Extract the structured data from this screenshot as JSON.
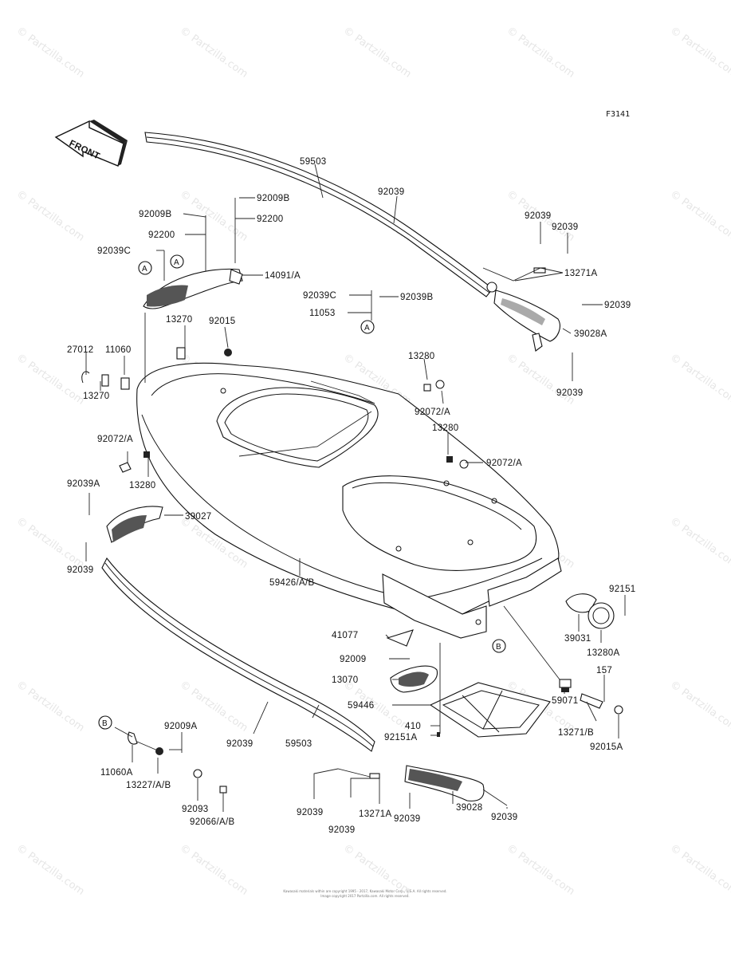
{
  "figure_id": "F3141",
  "front_arrow_text": "FRONT",
  "watermark_text": "© Partzilla.com",
  "footer_line1": "Kawasaki materials within are copyright 1995 - 2017, Kawasaki Motor Corp., U.S.A. All rights reserved.",
  "footer_line2": "Image copyright 2017 Partzilla.com. All rights reserved.",
  "callouts": {
    "a1": "A",
    "a2": "A",
    "a3": "A",
    "b1": "B",
    "b2": "B"
  },
  "labels": {
    "l59503_top": "59503",
    "l92039_rail": "92039",
    "l92009b_1": "92009B",
    "l92009b_2": "92009B",
    "l92200_1": "92200",
    "l92200_2": "92200",
    "l92039c_1": "92039C",
    "l14091": "14091/A",
    "l92039_r1": "92039",
    "l92039_r2": "92039",
    "l13271a_top": "13271A",
    "l92039c_2": "92039C",
    "l92039b": "92039B",
    "l11053": "11053",
    "l92039_r3": "92039",
    "l39028a": "39028A",
    "l92039_r4": "92039",
    "l13270_top": "13270",
    "l92015": "92015",
    "l27012": "27012",
    "l11060": "11060",
    "l13270_bot": "13270",
    "l13280_top": "13280",
    "l92072a_1": "92072/A",
    "l13280_mid": "13280",
    "l92072a_2": "92072/A",
    "l92072a_3": "92072/A",
    "l13280_left": "13280",
    "l92039a": "92039A",
    "l39027": "39027",
    "l92039_left": "92039",
    "l59426": "59426/A/B",
    "l92151": "92151",
    "l39031": "39031",
    "l13280a": "13280A",
    "l41077": "41077",
    "l92009": "92009",
    "l13070": "13070",
    "l157": "157",
    "l59071": "59071",
    "l59446": "59446",
    "l410": "410",
    "l92151a": "92151A",
    "l13271b": "13271/B",
    "l92015a": "92015A",
    "l92009a": "92009A",
    "l92039_low": "92039",
    "l59503_low": "59503",
    "l11060a": "11060A",
    "l13227": "13227/A/B",
    "l92093": "92093",
    "l92066": "92066/A/B",
    "l92039_b1": "92039",
    "l92039_b2": "92039",
    "l13271a_bot": "13271A",
    "l92039_b3": "92039",
    "l39028": "39028",
    "l92039_b4": "92039"
  }
}
